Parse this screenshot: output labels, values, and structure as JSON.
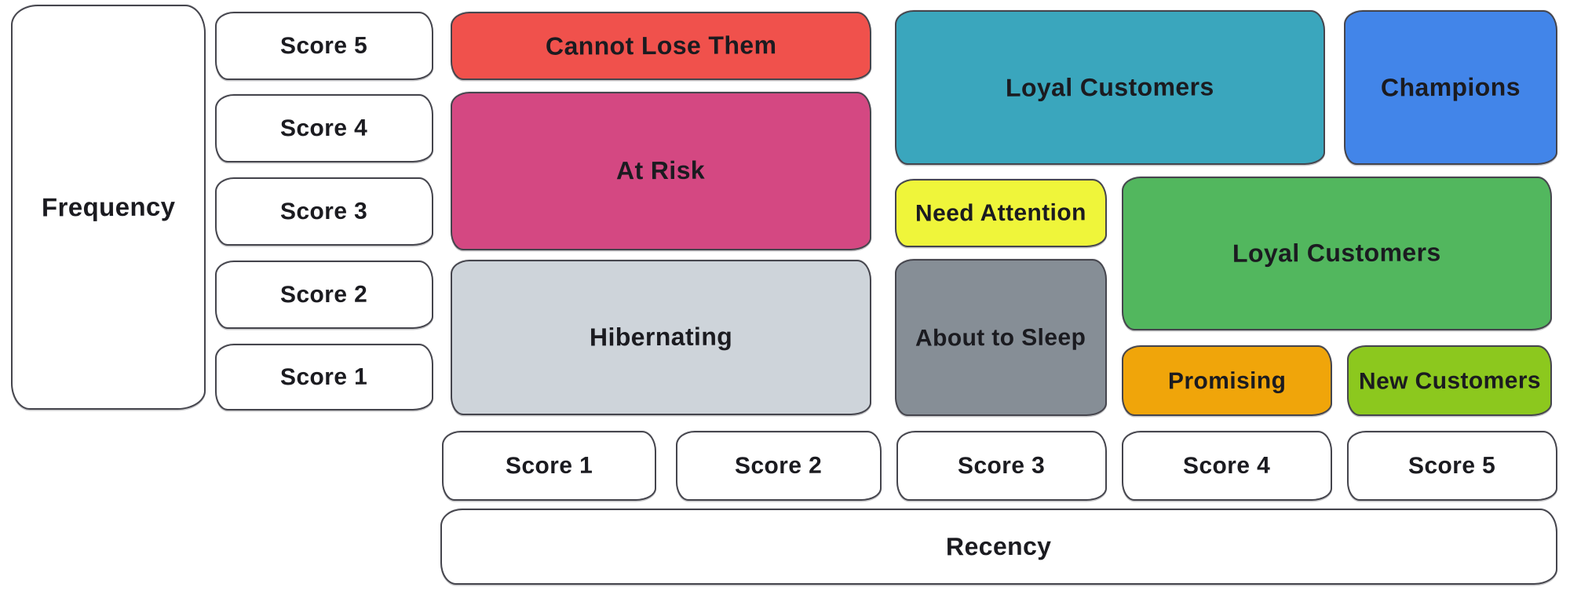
{
  "axes": {
    "frequency_label": "Frequency",
    "recency_label": "Recency",
    "frequency_scores": [
      "Score 5",
      "Score 4",
      "Score 3",
      "Score 2",
      "Score 1"
    ],
    "recency_scores": [
      "Score 1",
      "Score 2",
      "Score 3",
      "Score 4",
      "Score 5"
    ]
  },
  "segments": {
    "cannot_lose": {
      "label": "Cannot Lose Them",
      "color": "#f0514c",
      "recency_cols": "1-2",
      "frequency_rows": "5"
    },
    "at_risk": {
      "label": "At Risk",
      "color": "#d44882",
      "recency_cols": "1-2",
      "frequency_rows": "3-4"
    },
    "hibernating": {
      "label": "Hibernating",
      "color": "#ced4da",
      "recency_cols": "1-2",
      "frequency_rows": "1-2"
    },
    "loyal_top": {
      "label": "Loyal Customers",
      "color": "#3aa6bd",
      "recency_cols": "3-4",
      "frequency_rows": "4-5"
    },
    "champions": {
      "label": "Champions",
      "color": "#4285e9",
      "recency_cols": "5",
      "frequency_rows": "4-5"
    },
    "need_attention": {
      "label": "Need Attention",
      "color": "#eff53a",
      "recency_cols": "3",
      "frequency_rows": "3"
    },
    "loyal_mid": {
      "label": "Loyal Customers",
      "color": "#52b75e",
      "recency_cols": "4-5",
      "frequency_rows": "2-3"
    },
    "about_to_sleep": {
      "label": "About to Sleep",
      "color": "#868e96",
      "recency_cols": "3",
      "frequency_rows": "1-2"
    },
    "promising": {
      "label": "Promising",
      "color": "#f0a50a",
      "recency_cols": "4",
      "frequency_rows": "1"
    },
    "new_customers": {
      "label": "New Customers",
      "color": "#8cc81e",
      "recency_cols": "5",
      "frequency_rows": "1"
    }
  },
  "colors": {
    "background": "#ffffff",
    "stroke": "#45454d",
    "text": "#1b1b20"
  }
}
